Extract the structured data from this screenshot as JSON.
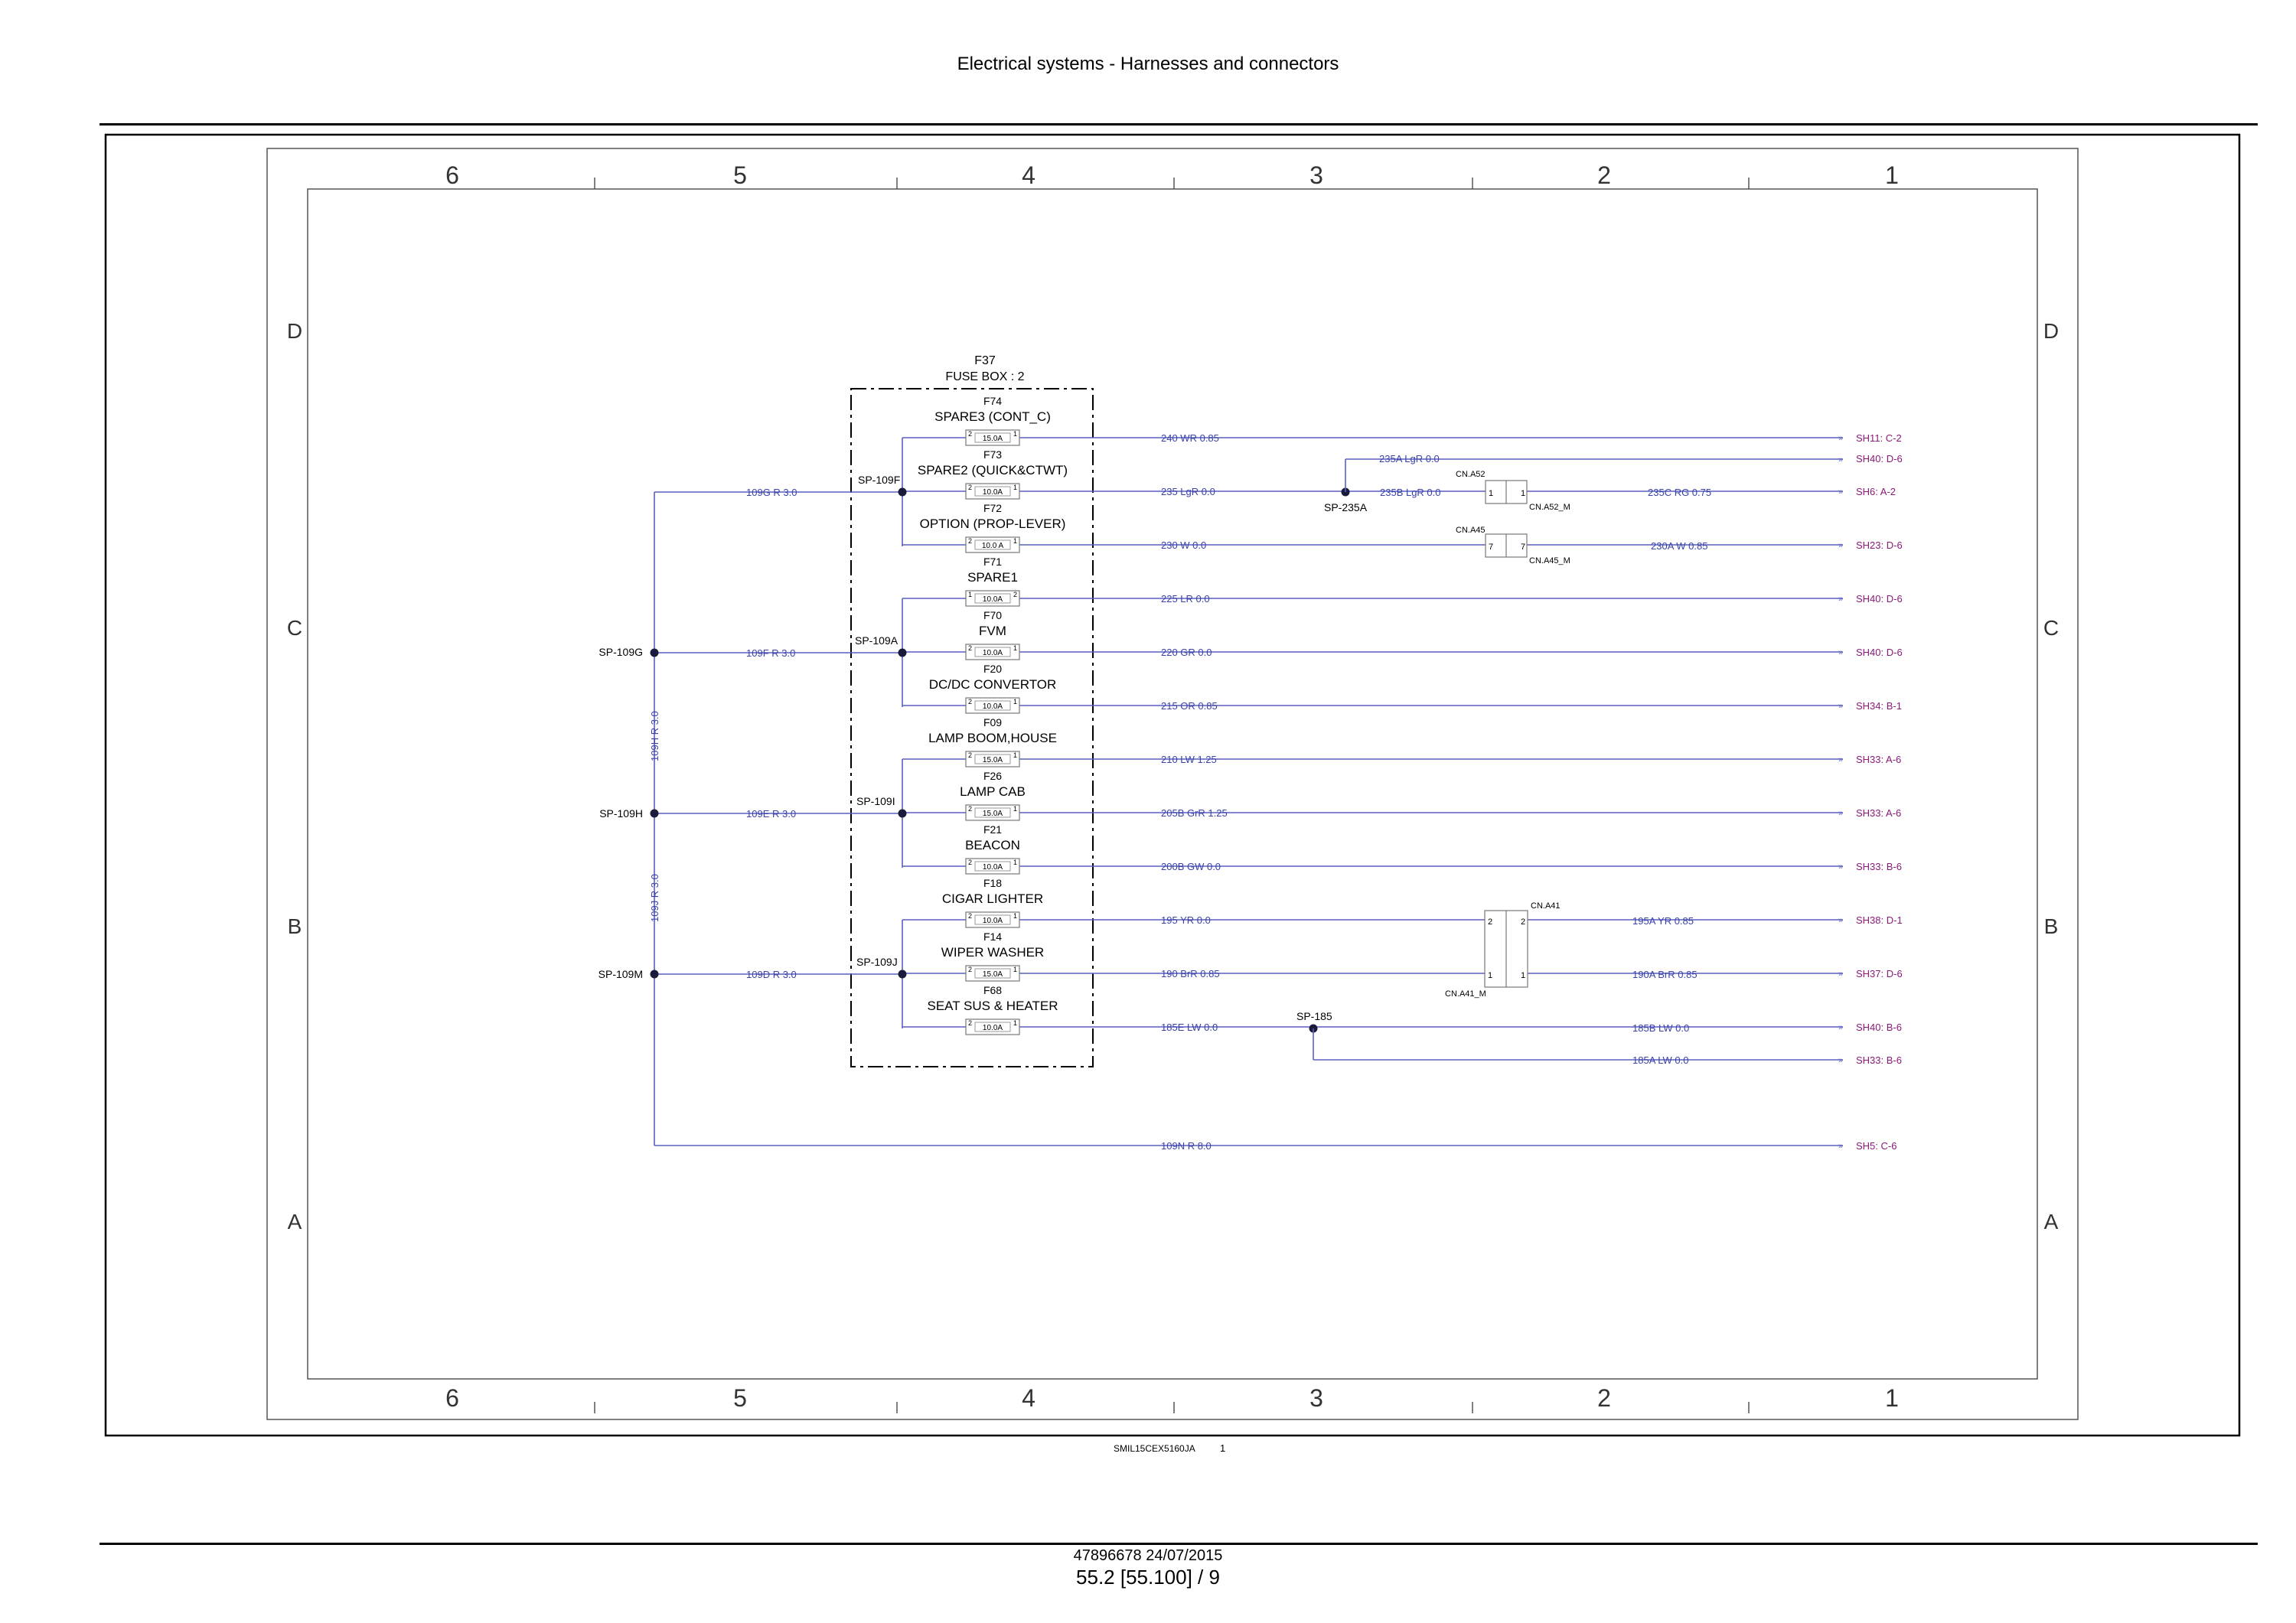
{
  "page": {
    "title": "Electrical systems - Harnesses and connectors",
    "drawing_code": "SMIL15CEX5160JA",
    "drawing_sheet": "1",
    "doc_ref": "47896678 24/07/2015",
    "page_ref": "55.2 [55.100] / 9"
  },
  "grid": {
    "columns": [
      "6",
      "5",
      "4",
      "3",
      "2",
      "1"
    ],
    "rows": [
      "D",
      "C",
      "B",
      "A"
    ]
  },
  "colors": {
    "wire": "#5a5fc0",
    "wire_text": "#3b43a8",
    "ref_text": "#8a1a78",
    "ink": "#000000",
    "frame": "#555555"
  },
  "fusebox": {
    "id": "F37",
    "name": "FUSE BOX : 2"
  },
  "fuses": [
    {
      "id": "F74",
      "name": "SPARE3 (CONT_C)",
      "rating": "15.0A",
      "pin_l": "2",
      "pin_r": "1"
    },
    {
      "id": "F73",
      "name": "SPARE2 (QUICK&CTWT)",
      "rating": "10.0A",
      "pin_l": "2",
      "pin_r": "1"
    },
    {
      "id": "F72",
      "name": "OPTION (PROP-LEVER)",
      "rating": "10.0 A",
      "pin_l": "2",
      "pin_r": "1"
    },
    {
      "id": "F71",
      "name": "SPARE1",
      "rating": "10.0A",
      "pin_l": "1",
      "pin_r": "2"
    },
    {
      "id": "F70",
      "name": "FVM",
      "rating": "10.0A",
      "pin_l": "2",
      "pin_r": "1"
    },
    {
      "id": "F20",
      "name": "DC/DC CONVERTOR",
      "rating": "10.0A",
      "pin_l": "2",
      "pin_r": "1"
    },
    {
      "id": "F09",
      "name": "LAMP BOOM,HOUSE",
      "rating": "15.0A",
      "pin_l": "2",
      "pin_r": "1"
    },
    {
      "id": "F26",
      "name": "LAMP CAB",
      "rating": "15.0A",
      "pin_l": "2",
      "pin_r": "1"
    },
    {
      "id": "F21",
      "name": "BEACON",
      "rating": "10.0A",
      "pin_l": "2",
      "pin_r": "1"
    },
    {
      "id": "F18",
      "name": "CIGAR LIGHTER",
      "rating": "10.0A",
      "pin_l": "2",
      "pin_r": "1"
    },
    {
      "id": "F14",
      "name": "WIPER WASHER",
      "rating": "15.0A",
      "pin_l": "2",
      "pin_r": "1"
    },
    {
      "id": "F68",
      "name": "SEAT SUS & HEATER",
      "rating": "10.0A",
      "pin_l": "2",
      "pin_r": "1"
    }
  ],
  "out_wires": [
    {
      "wire": "240  WR  0.85",
      "ref": "SH11: C-2"
    },
    {
      "wire": "235  LgR  0.0",
      "ref": "SH6: A-2"
    },
    {
      "wire": "230  W  0.0",
      "ref": "SH23: D-6"
    },
    {
      "wire": "225  LR  0.0",
      "ref": "SH40: D-6"
    },
    {
      "wire": "220  GR  0.0",
      "ref": "SH40: D-6"
    },
    {
      "wire": "215  OR  0.85",
      "ref": "SH34: B-1"
    },
    {
      "wire": "210  LW  1.25",
      "ref": "SH33: A-6"
    },
    {
      "wire": "205B  GrR  1.25",
      "ref": "SH33: A-6"
    },
    {
      "wire": "200B  GW  0.0",
      "ref": "SH33: B-6"
    },
    {
      "wire": "195  YR  0.0",
      "ref": "SH38: D-1"
    },
    {
      "wire": "190  BrR  0.85",
      "ref": "SH37: D-6"
    },
    {
      "wire": "185E  LW  0.0",
      "ref": "SH40: B-6"
    }
  ],
  "branch_wires": {
    "w235A": {
      "wire": "235A  LgR  0.0",
      "ref": "SH40: D-6"
    },
    "w235B": "235B  LgR  0.0",
    "w235C": "235C  RG  0.75",
    "w230A": "230A  W  0.85",
    "w195A": "195A  YR  0.85",
    "w190A": "190A  BrR   0.85",
    "w185B": "185B  LW  0.0",
    "w185A": {
      "wire": "185A  LW  0.0",
      "ref": "SH33: B-6"
    },
    "w109N": {
      "wire": "109N  R  8.0",
      "ref": "SH5: C-6"
    }
  },
  "feed_wires": {
    "w109G": "109G  R  3.0",
    "w109F": "109F  R  3.0",
    "w109E": "109E  R  3.0",
    "w109D": "109D  R  3.0",
    "w109H": "109H  R  3.0",
    "w109J": "109J  R  3.0"
  },
  "splices": {
    "sp109F": "SP-109F",
    "sp109A": "SP-109A",
    "sp109I": "SP-109I",
    "sp109J": "SP-109J",
    "sp109G": "SP-109G",
    "sp109H": "SP-109H",
    "sp109M": "SP-109M",
    "sp235A": "SP-235A",
    "sp185": "SP-185"
  },
  "connectors": {
    "cnA52": {
      "name": "CN.A52",
      "mate": "CN.A52_M",
      "pin_l": "1",
      "pin_r": "1"
    },
    "cnA45": {
      "name": "CN.A45",
      "mate": "CN.A45_M",
      "pin_l": "7",
      "pin_r": "7"
    },
    "cnA41": {
      "name": "CN.A41",
      "mate": "CN.A41_M",
      "pin_top_l": "2",
      "pin_top_r": "2",
      "pin_bot_l": "1",
      "pin_bot_r": "1"
    }
  }
}
